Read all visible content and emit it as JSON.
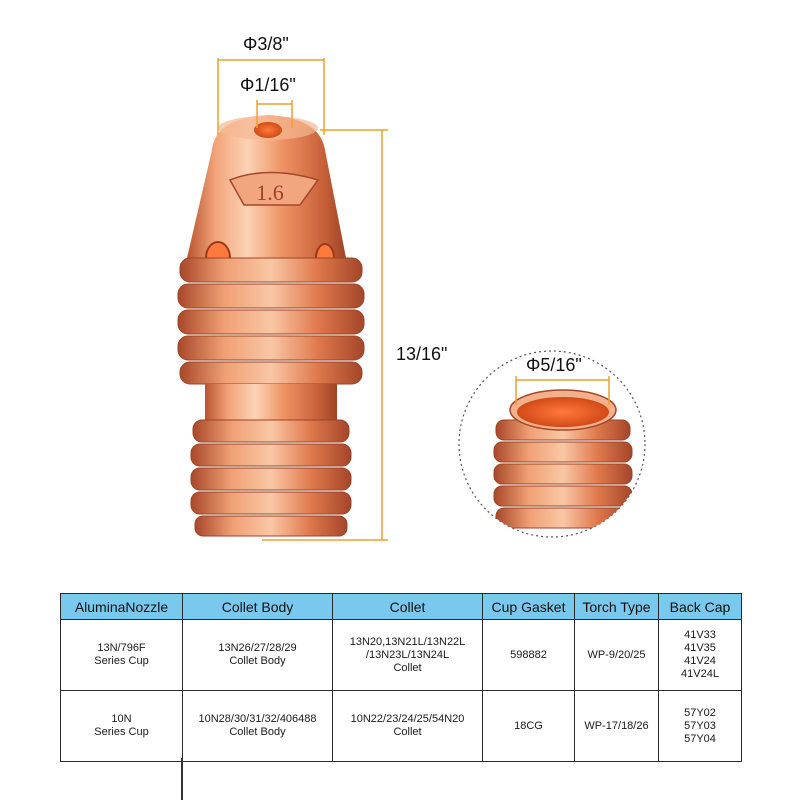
{
  "dimensions": {
    "outer_diameter": "Φ3/8\"",
    "inner_diameter": "Φ1/16\"",
    "length": "13/16\"",
    "thread_diameter": "Φ5/16\""
  },
  "part_marking": "1.6",
  "colors": {
    "copper_light": "#f7b28a",
    "copper_mid": "#e07a4d",
    "copper_dark": "#a8482a",
    "dimension_line": "#f0a030",
    "table_header": "#79c8ee"
  },
  "table": {
    "headers": [
      "AluminaNozzle",
      "Collet Body",
      "Collet",
      "Cup Gasket",
      "Torch Type",
      "Back Cap"
    ],
    "rows": [
      {
        "alumina_nozzle": [
          "13N/796F",
          "Series Cup"
        ],
        "collet_body": [
          "13N26/27/28/29",
          "Collet Body"
        ],
        "collet": [
          "13N20,13N21L/13N22L",
          "/13N23L/13N24L",
          "Collet"
        ],
        "cup_gasket": [
          "598882"
        ],
        "torch_type": [
          "WP-9/20/25"
        ],
        "back_cap": [
          "41V33",
          "41V35",
          "41V24",
          "41V24L"
        ]
      },
      {
        "alumina_nozzle": [
          "10N",
          "Series Cup"
        ],
        "collet_body": [
          "10N28/30/31/32/406488",
          "Collet Body"
        ],
        "collet": [
          "10N22/23/24/25/54N20",
          "Collet"
        ],
        "cup_gasket": [
          "18CG"
        ],
        "torch_type": [
          "WP-17/18/26"
        ],
        "back_cap": [
          "57Y02",
          "57Y03",
          "57Y04"
        ]
      }
    ]
  }
}
